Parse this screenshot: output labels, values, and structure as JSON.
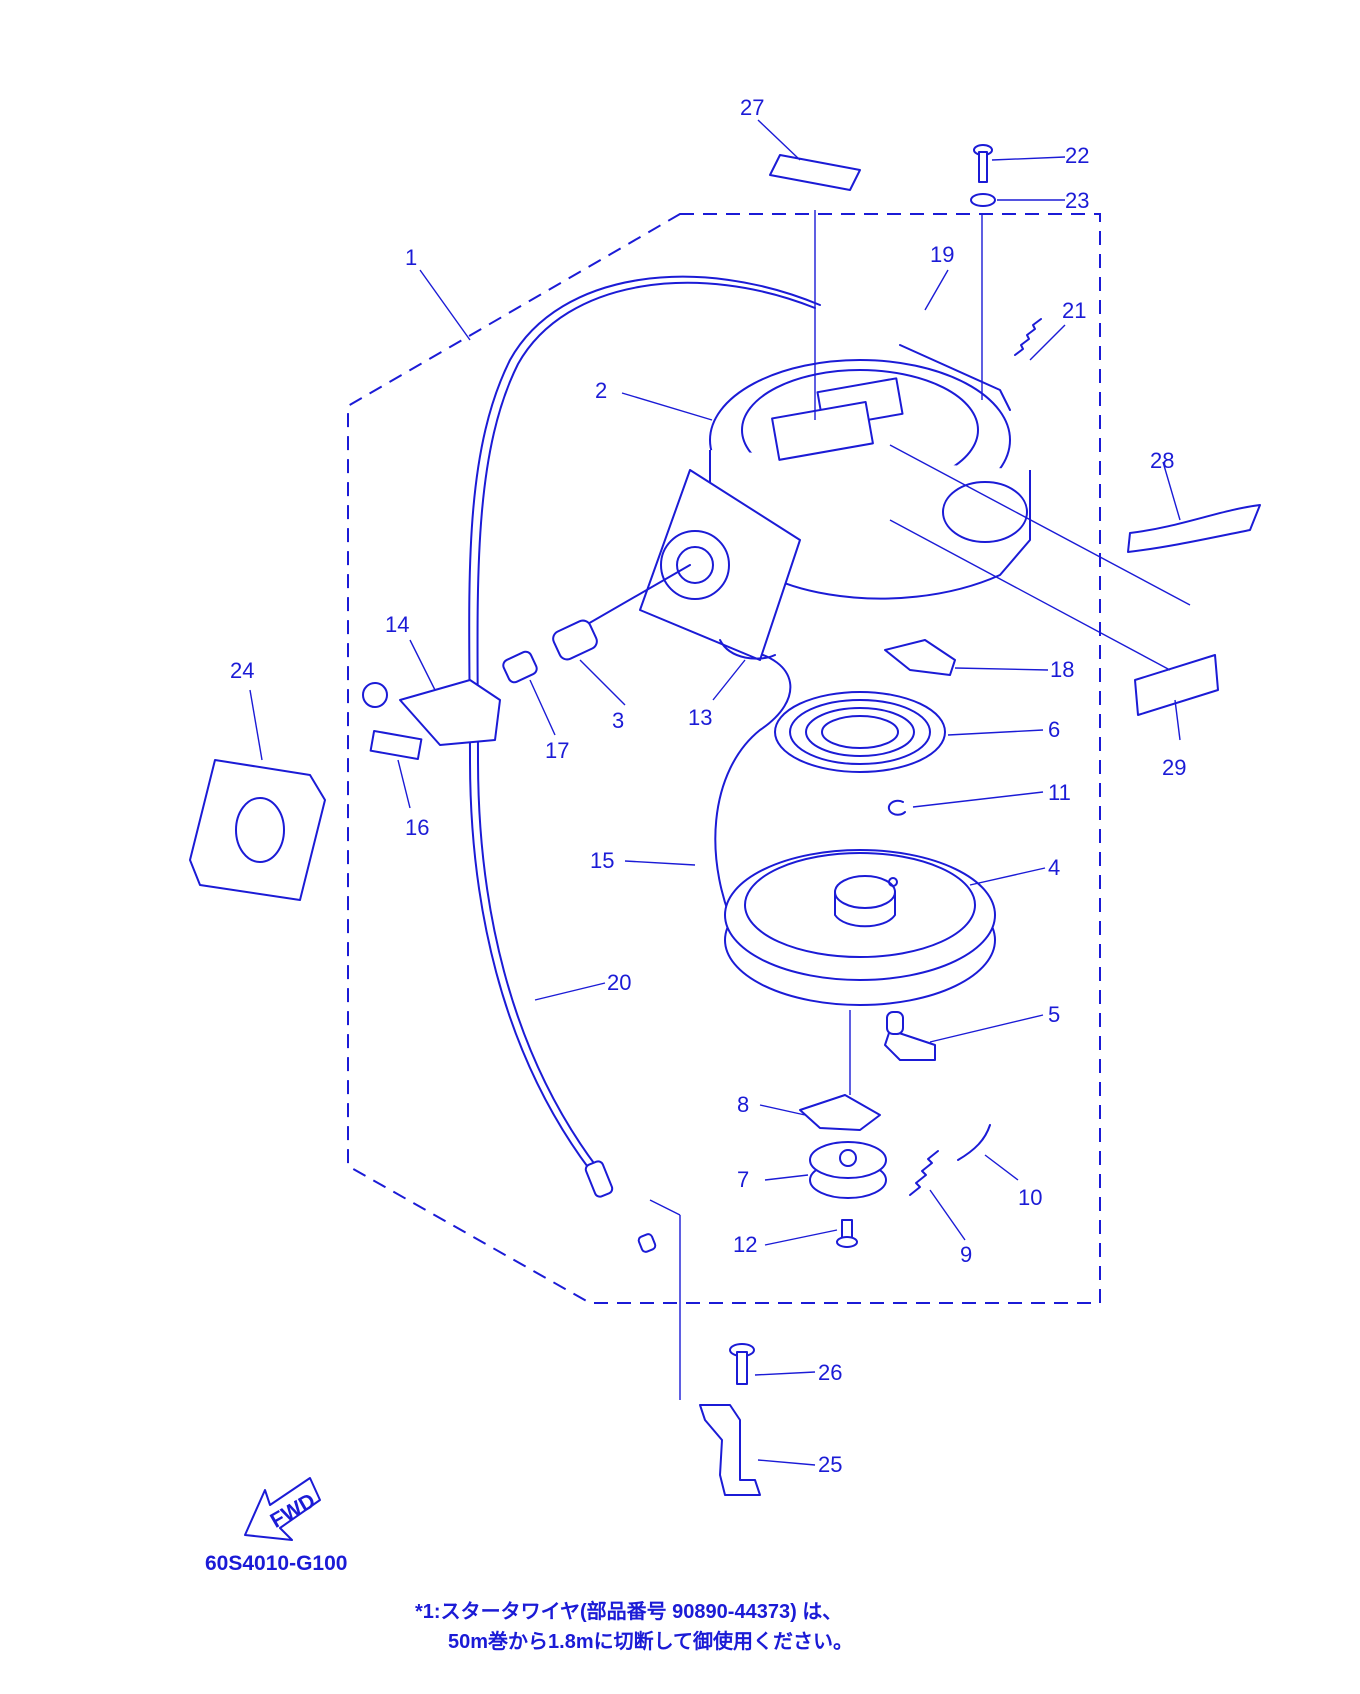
{
  "diagram": {
    "drawing_code": "60S4010-G100",
    "fwd_label": "FWD",
    "note_line1": "*1:スタータワイヤ(部品番号 90890-44373) は、",
    "note_line2": "50m巻から1.8mに切断して御使用ください。",
    "accent_color": "#1b1bd6",
    "parts": [
      {
        "id": "1",
        "label": "1"
      },
      {
        "id": "2",
        "label": "2"
      },
      {
        "id": "3",
        "label": "3"
      },
      {
        "id": "4",
        "label": "4"
      },
      {
        "id": "5",
        "label": "5"
      },
      {
        "id": "6",
        "label": "6"
      },
      {
        "id": "7",
        "label": "7"
      },
      {
        "id": "8",
        "label": "8"
      },
      {
        "id": "9",
        "label": "9"
      },
      {
        "id": "10",
        "label": "10"
      },
      {
        "id": "11",
        "label": "11"
      },
      {
        "id": "12",
        "label": "12"
      },
      {
        "id": "13",
        "label": "13"
      },
      {
        "id": "14",
        "label": "14"
      },
      {
        "id": "15",
        "label": "15"
      },
      {
        "id": "16",
        "label": "16"
      },
      {
        "id": "17",
        "label": "17"
      },
      {
        "id": "18",
        "label": "18"
      },
      {
        "id": "19",
        "label": "19"
      },
      {
        "id": "20",
        "label": "20"
      },
      {
        "id": "21",
        "label": "21"
      },
      {
        "id": "22",
        "label": "22"
      },
      {
        "id": "23",
        "label": "23"
      },
      {
        "id": "24",
        "label": "24"
      },
      {
        "id": "25",
        "label": "25"
      },
      {
        "id": "26",
        "label": "26"
      },
      {
        "id": "27",
        "label": "27"
      },
      {
        "id": "28",
        "label": "28"
      },
      {
        "id": "29",
        "label": "29"
      }
    ]
  }
}
